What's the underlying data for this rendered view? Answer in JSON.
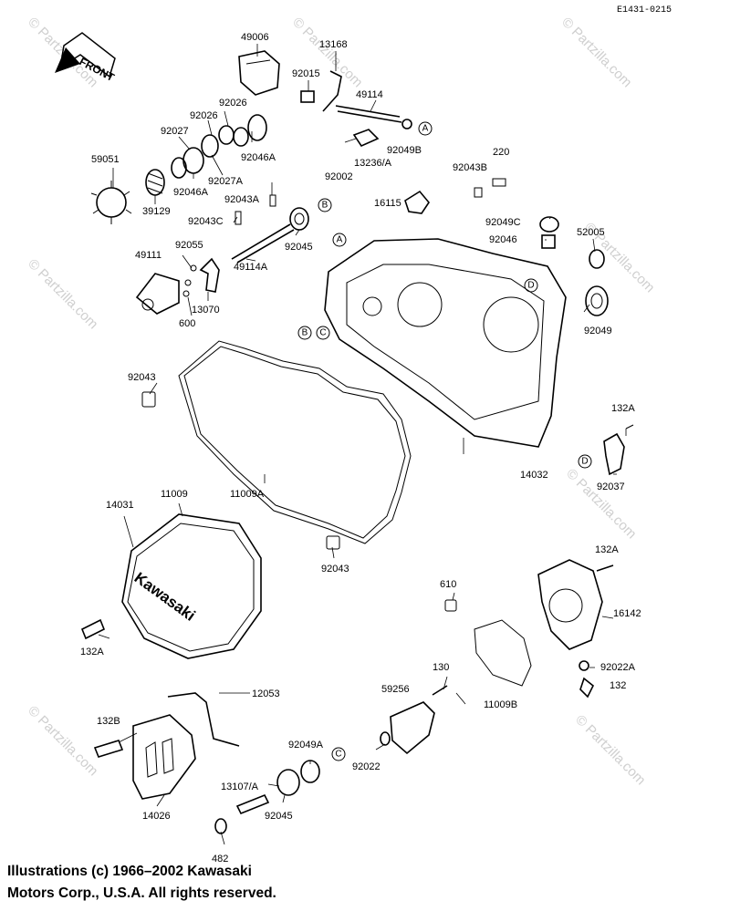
{
  "diagram_code": "E1431-0215",
  "front_label": "FRONT",
  "brand_on_cover": "Kawasaki",
  "watermark": "© Partzilla.com",
  "copyright_line1": "Illustrations (c) 1966–2002 Kawasaki",
  "copyright_line2": "Motors Corp., U.S.A.  All rights reserved.",
  "part_labels": [
    "49006",
    "13168",
    "92015",
    "49114",
    "92026",
    "92026",
    "92027",
    "92046A",
    "A",
    "92049B",
    "59051",
    "92027A",
    "92002",
    "13236/A",
    "220",
    "92046A",
    "92043B",
    "39129",
    "92043A",
    "B",
    "16115",
    "92043C",
    "92045",
    "92049C",
    "92055",
    "A",
    "92046",
    "52005",
    "49111",
    "49114A",
    "13070",
    "D",
    "600",
    "B",
    "C",
    "92049",
    "92043",
    "132A",
    "D",
    "14032",
    "92037",
    "14031",
    "11009",
    "11009A",
    "92043",
    "132A",
    "610",
    "16142",
    "132A",
    "92022A",
    "130",
    "132",
    "59256",
    "12053",
    "11009B",
    "132B",
    "92049A",
    "C",
    "92022",
    "13107/A",
    "14026",
    "92045",
    "482"
  ]
}
